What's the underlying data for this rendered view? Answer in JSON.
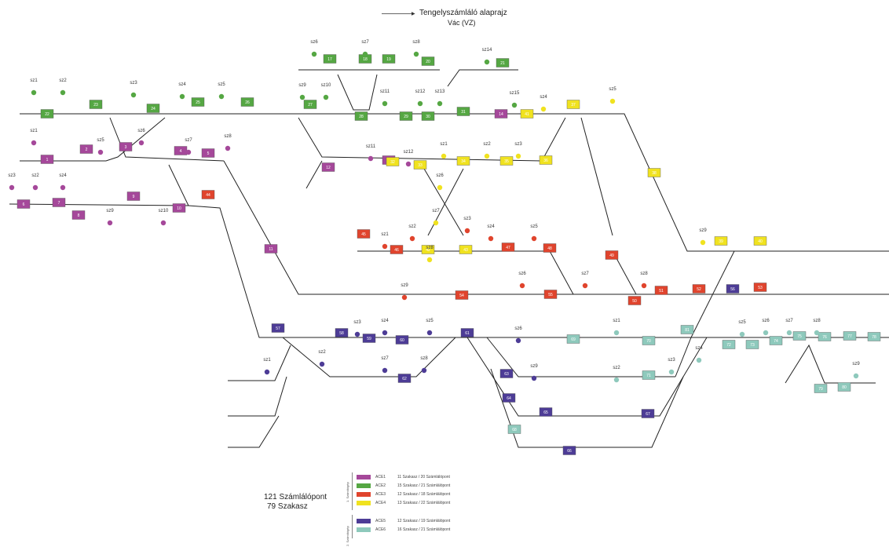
{
  "header": {
    "title": "Tengelyszámláló alaprajz",
    "subtitle": "Vác (VZ)"
  },
  "summary": {
    "counting_points": "121 Számlálópont",
    "sections": "79 Szakasz"
  },
  "legend": {
    "groups": [
      "1. Számítógép",
      "2. Számítógép"
    ],
    "items": [
      {
        "code": "ACE1",
        "color": "#a5489a",
        "desc": "11 Szakasz / 20 Számlálópont"
      },
      {
        "code": "ACE2",
        "color": "#55a743",
        "desc": "15 Szakasz / 21 Számlálópont"
      },
      {
        "code": "ACE3",
        "color": "#e0442d",
        "desc": "12 Szakasz / 18 Számlálópont"
      },
      {
        "code": "ACE4",
        "color": "#f0e21f",
        "desc": "13 Szakasz / 22 Számlálópont"
      },
      {
        "code": "ACE5",
        "color": "#4d3c96",
        "desc": "12 Szakasz / 19 Számlálópont"
      },
      {
        "code": "ACE6",
        "color": "#8ec9bc",
        "desc": "16 Szakasz / 21 Számlálópont"
      }
    ]
  },
  "colors": {
    "purple": "#a5489a",
    "green": "#55a743",
    "red": "#e0442d",
    "yellow": "#f0e21f",
    "indigo": "#4d3c96",
    "teal": "#8ec9bc",
    "track": "#222222"
  },
  "sections": [
    {
      "label": "17",
      "color": "green"
    },
    {
      "label": "18",
      "color": "green"
    },
    {
      "label": "19",
      "color": "green"
    },
    {
      "label": "20",
      "color": "green"
    },
    {
      "label": "21",
      "color": "green"
    },
    {
      "label": "22",
      "color": "green"
    },
    {
      "label": "23",
      "color": "green"
    },
    {
      "label": "24",
      "color": "green"
    },
    {
      "label": "25",
      "color": "green"
    },
    {
      "label": "26",
      "color": "green"
    },
    {
      "label": "27",
      "color": "green"
    },
    {
      "label": "28",
      "color": "green"
    },
    {
      "label": "29",
      "color": "green"
    },
    {
      "label": "30",
      "color": "green"
    },
    {
      "label": "31",
      "color": "green"
    },
    {
      "label": "1",
      "color": "purple"
    },
    {
      "label": "2",
      "color": "purple"
    },
    {
      "label": "3",
      "color": "purple"
    },
    {
      "label": "4",
      "color": "purple"
    },
    {
      "label": "5",
      "color": "purple"
    },
    {
      "label": "6",
      "color": "purple"
    },
    {
      "label": "7",
      "color": "purple"
    },
    {
      "label": "8",
      "color": "purple"
    },
    {
      "label": "9",
      "color": "purple"
    },
    {
      "label": "10",
      "color": "purple"
    },
    {
      "label": "11",
      "color": "purple"
    },
    {
      "label": "12",
      "color": "purple"
    },
    {
      "label": "13",
      "color": "purple"
    },
    {
      "label": "14",
      "color": "purple"
    },
    {
      "label": "32",
      "color": "yellow"
    },
    {
      "label": "33",
      "color": "yellow"
    },
    {
      "label": "34",
      "color": "yellow"
    },
    {
      "label": "35",
      "color": "yellow"
    },
    {
      "label": "36",
      "color": "yellow"
    },
    {
      "label": "37",
      "color": "yellow"
    },
    {
      "label": "38",
      "color": "yellow"
    },
    {
      "label": "39",
      "color": "yellow"
    },
    {
      "label": "40",
      "color": "yellow"
    },
    {
      "label": "41",
      "color": "yellow"
    },
    {
      "label": "42",
      "color": "yellow"
    },
    {
      "label": "43",
      "color": "yellow"
    },
    {
      "label": "44",
      "color": "red"
    },
    {
      "label": "45",
      "color": "red"
    },
    {
      "label": "46",
      "color": "red"
    },
    {
      "label": "47",
      "color": "red"
    },
    {
      "label": "48",
      "color": "red"
    },
    {
      "label": "49",
      "color": "red"
    },
    {
      "label": "50",
      "color": "red"
    },
    {
      "label": "51",
      "color": "red"
    },
    {
      "label": "52",
      "color": "red"
    },
    {
      "label": "53",
      "color": "red"
    },
    {
      "label": "54",
      "color": "red"
    },
    {
      "label": "55",
      "color": "red"
    },
    {
      "label": "56",
      "color": "indigo"
    },
    {
      "label": "57",
      "color": "indigo"
    },
    {
      "label": "58",
      "color": "indigo"
    },
    {
      "label": "59",
      "color": "indigo"
    },
    {
      "label": "60",
      "color": "indigo"
    },
    {
      "label": "61",
      "color": "indigo"
    },
    {
      "label": "62",
      "color": "indigo"
    },
    {
      "label": "63",
      "color": "indigo"
    },
    {
      "label": "64",
      "color": "indigo"
    },
    {
      "label": "65",
      "color": "indigo"
    },
    {
      "label": "66",
      "color": "indigo"
    },
    {
      "label": "67",
      "color": "indigo"
    },
    {
      "label": "68",
      "color": "teal"
    },
    {
      "label": "69",
      "color": "teal"
    },
    {
      "label": "70",
      "color": "teal"
    },
    {
      "label": "71",
      "color": "teal"
    },
    {
      "label": "72",
      "color": "teal"
    },
    {
      "label": "73",
      "color": "teal"
    },
    {
      "label": "74",
      "color": "teal"
    },
    {
      "label": "75",
      "color": "teal"
    },
    {
      "label": "76",
      "color": "teal"
    },
    {
      "label": "77",
      "color": "teal"
    },
    {
      "label": "78",
      "color": "teal"
    },
    {
      "label": "79",
      "color": "teal"
    },
    {
      "label": "80",
      "color": "teal"
    },
    {
      "label": "81",
      "color": "teal"
    }
  ],
  "counting_points": [
    {
      "label": "sz1",
      "color": "green"
    },
    {
      "label": "sz2",
      "color": "green"
    },
    {
      "label": "sz3",
      "color": "green"
    },
    {
      "label": "sz4",
      "color": "green"
    },
    {
      "label": "sz5",
      "color": "green"
    },
    {
      "label": "sz6",
      "color": "green"
    },
    {
      "label": "sz7",
      "color": "green"
    },
    {
      "label": "sz8",
      "color": "green"
    },
    {
      "label": "sz9",
      "color": "green"
    },
    {
      "label": "sz10",
      "color": "green"
    },
    {
      "label": "sz11",
      "color": "green"
    },
    {
      "label": "sz12",
      "color": "green"
    },
    {
      "label": "sz13",
      "color": "green"
    },
    {
      "label": "sz14",
      "color": "green"
    },
    {
      "label": "sz15",
      "color": "green"
    },
    {
      "label": "sz1",
      "color": "purple"
    },
    {
      "label": "sz2",
      "color": "purple"
    },
    {
      "label": "sz3",
      "color": "purple"
    },
    {
      "label": "sz4",
      "color": "purple"
    },
    {
      "label": "sz5",
      "color": "purple"
    },
    {
      "label": "sz6",
      "color": "purple"
    },
    {
      "label": "sz7",
      "color": "purple"
    },
    {
      "label": "sz8",
      "color": "purple"
    },
    {
      "label": "sz9",
      "color": "purple"
    },
    {
      "label": "sz10",
      "color": "purple"
    },
    {
      "label": "sz11",
      "color": "purple"
    },
    {
      "label": "sz12",
      "color": "purple"
    },
    {
      "label": "sz1",
      "color": "yellow"
    },
    {
      "label": "sz2",
      "color": "yellow"
    },
    {
      "label": "sz3",
      "color": "yellow"
    },
    {
      "label": "sz4",
      "color": "yellow"
    },
    {
      "label": "sz5",
      "color": "yellow"
    },
    {
      "label": "sz6",
      "color": "yellow"
    },
    {
      "label": "sz7",
      "color": "yellow"
    },
    {
      "label": "sz8",
      "color": "yellow"
    },
    {
      "label": "sz9",
      "color": "yellow"
    },
    {
      "label": "sz1",
      "color": "red"
    },
    {
      "label": "sz2",
      "color": "red"
    },
    {
      "label": "sz3",
      "color": "red"
    },
    {
      "label": "sz4",
      "color": "red"
    },
    {
      "label": "sz5",
      "color": "red"
    },
    {
      "label": "sz6",
      "color": "red"
    },
    {
      "label": "sz7",
      "color": "red"
    },
    {
      "label": "sz8",
      "color": "red"
    },
    {
      "label": "sz9",
      "color": "red"
    },
    {
      "label": "sz1",
      "color": "indigo"
    },
    {
      "label": "sz2",
      "color": "indigo"
    },
    {
      "label": "sz3",
      "color": "indigo"
    },
    {
      "label": "sz4",
      "color": "indigo"
    },
    {
      "label": "sz5",
      "color": "indigo"
    },
    {
      "label": "sz6",
      "color": "indigo"
    },
    {
      "label": "sz7",
      "color": "indigo"
    },
    {
      "label": "sz8",
      "color": "indigo"
    },
    {
      "label": "sz9",
      "color": "indigo"
    },
    {
      "label": "sz1",
      "color": "teal"
    },
    {
      "label": "sz2",
      "color": "teal"
    },
    {
      "label": "sz3",
      "color": "teal"
    },
    {
      "label": "sz4",
      "color": "teal"
    },
    {
      "label": "sz5",
      "color": "teal"
    },
    {
      "label": "sz6",
      "color": "teal"
    },
    {
      "label": "sz7",
      "color": "teal"
    },
    {
      "label": "sz8",
      "color": "teal"
    },
    {
      "label": "sz9",
      "color": "teal"
    }
  ]
}
